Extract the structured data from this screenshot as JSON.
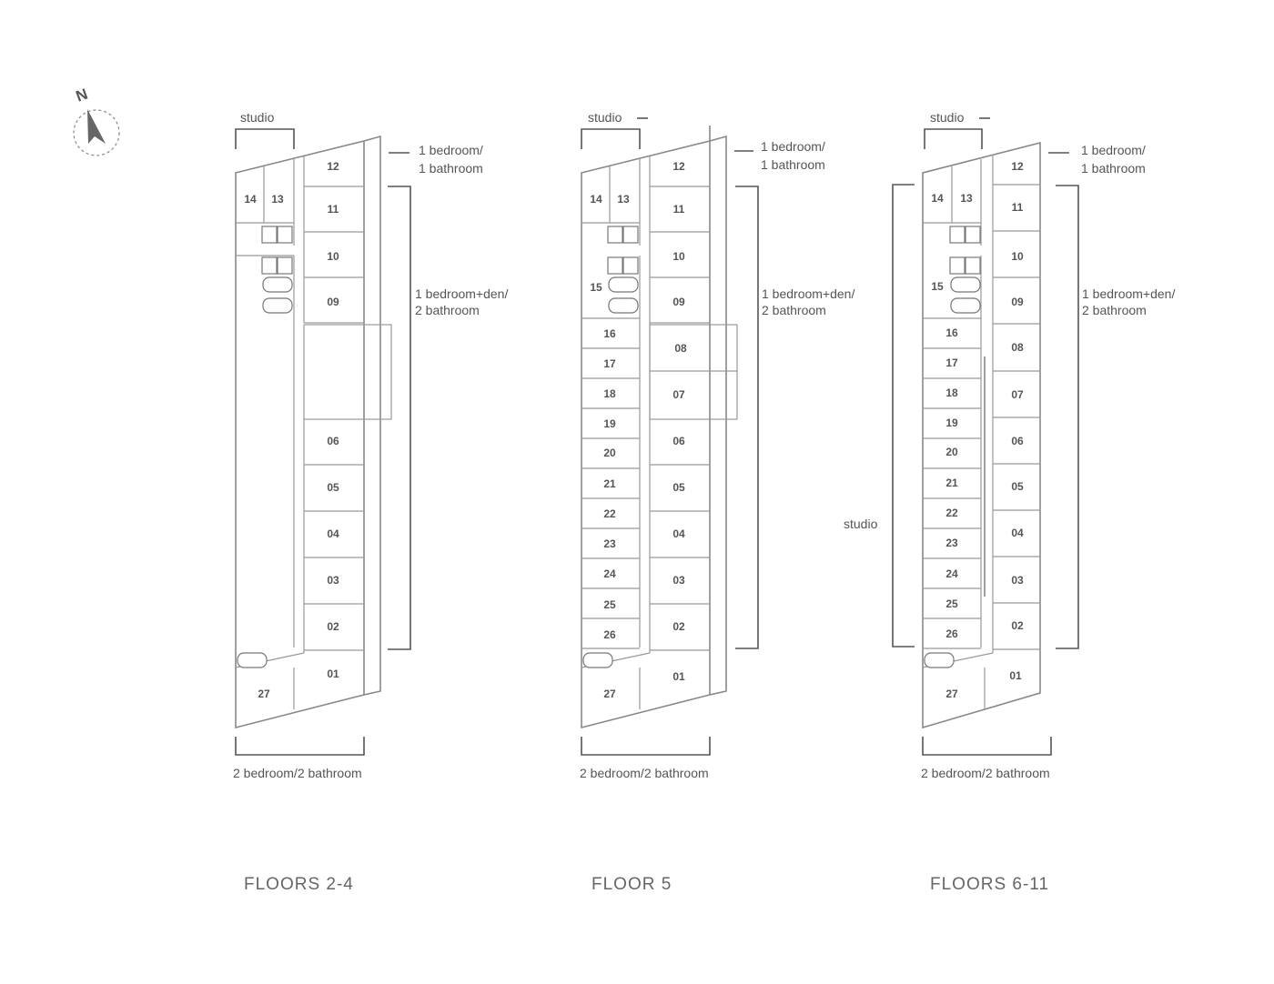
{
  "compass": {
    "label": "N",
    "icon": "north-arrow-icon"
  },
  "plans": [
    {
      "id": "floors-2-4",
      "title": "FLOORS 2-4",
      "labels": {
        "studio": "studio",
        "one_bed": [
          "1 bedroom/",
          "1 bathroom"
        ],
        "one_bed_den": [
          "1 bedroom+den/",
          "2 bathroom"
        ],
        "two_bed": "2 bedroom/2 bathroom"
      },
      "units": [
        {
          "n": "12"
        },
        {
          "n": "14"
        },
        {
          "n": "13"
        },
        {
          "n": "11"
        },
        {
          "n": "10"
        },
        {
          "n": "09"
        },
        {
          "n": "06"
        },
        {
          "n": "05"
        },
        {
          "n": "04"
        },
        {
          "n": "03"
        },
        {
          "n": "02"
        },
        {
          "n": "01"
        },
        {
          "n": "27"
        }
      ]
    },
    {
      "id": "floor-5",
      "title": "FLOOR 5",
      "labels": {
        "studio": "studio",
        "one_bed": [
          "1 bedroom/",
          "1 bathroom"
        ],
        "one_bed_den": [
          "1 bedroom+den/",
          "2 bathroom"
        ],
        "two_bed": "2 bedroom/2 bathroom"
      },
      "units": [
        {
          "n": "12"
        },
        {
          "n": "14"
        },
        {
          "n": "13"
        },
        {
          "n": "11"
        },
        {
          "n": "10"
        },
        {
          "n": "15"
        },
        {
          "n": "09"
        },
        {
          "n": "16"
        },
        {
          "n": "08"
        },
        {
          "n": "17"
        },
        {
          "n": "18"
        },
        {
          "n": "07"
        },
        {
          "n": "19"
        },
        {
          "n": "20"
        },
        {
          "n": "06"
        },
        {
          "n": "21"
        },
        {
          "n": "05"
        },
        {
          "n": "22"
        },
        {
          "n": "23"
        },
        {
          "n": "04"
        },
        {
          "n": "24"
        },
        {
          "n": "03"
        },
        {
          "n": "25"
        },
        {
          "n": "26"
        },
        {
          "n": "02"
        },
        {
          "n": "01"
        },
        {
          "n": "27"
        }
      ]
    },
    {
      "id": "floors-6-11",
      "title": "FLOORS 6-11",
      "labels": {
        "studio": "studio",
        "studio_side": "studio",
        "one_bed": [
          "1 bedroom/",
          "1 bathroom"
        ],
        "one_bed_den": [
          "1 bedroom+den/",
          "2 bathroom"
        ],
        "two_bed": "2 bedroom/2 bathroom"
      },
      "units": [
        {
          "n": "12"
        },
        {
          "n": "14"
        },
        {
          "n": "13"
        },
        {
          "n": "11"
        },
        {
          "n": "10"
        },
        {
          "n": "15"
        },
        {
          "n": "09"
        },
        {
          "n": "16"
        },
        {
          "n": "08"
        },
        {
          "n": "17"
        },
        {
          "n": "18"
        },
        {
          "n": "07"
        },
        {
          "n": "19"
        },
        {
          "n": "20"
        },
        {
          "n": "06"
        },
        {
          "n": "21"
        },
        {
          "n": "05"
        },
        {
          "n": "22"
        },
        {
          "n": "23"
        },
        {
          "n": "04"
        },
        {
          "n": "24"
        },
        {
          "n": "03"
        },
        {
          "n": "25"
        },
        {
          "n": "26"
        },
        {
          "n": "02"
        },
        {
          "n": "01"
        },
        {
          "n": "27"
        }
      ]
    }
  ]
}
